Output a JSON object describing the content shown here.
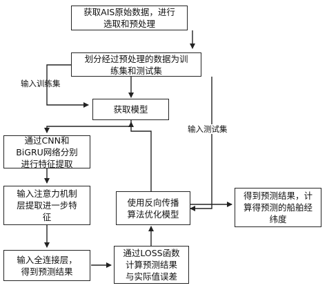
{
  "diagram": {
    "nodes": {
      "acquire_ais": "获取AIS原始数据，进行\n选取和预处理",
      "split_data": "划分经过预处理的数据为训\n练集和测试集",
      "get_model": "获取模型",
      "cnn_bigru": "通过CNN和\nBiGRU网络分别\n进行特征提取",
      "attention": "输入注意力机制\n层提取进一步特\n征",
      "fc_layer": "输入全连接层，\n得到预测结果",
      "loss": "通过LOSS函数\n计算预测结果\n与实际值误差",
      "backprop": "使用反向传播\n算法优化模型",
      "result": "得到预测结果，计\n算得预测的船舶经\n纬度"
    },
    "edge_labels": {
      "train_set": "输入训练集",
      "test_set": "输入测试集"
    }
  }
}
